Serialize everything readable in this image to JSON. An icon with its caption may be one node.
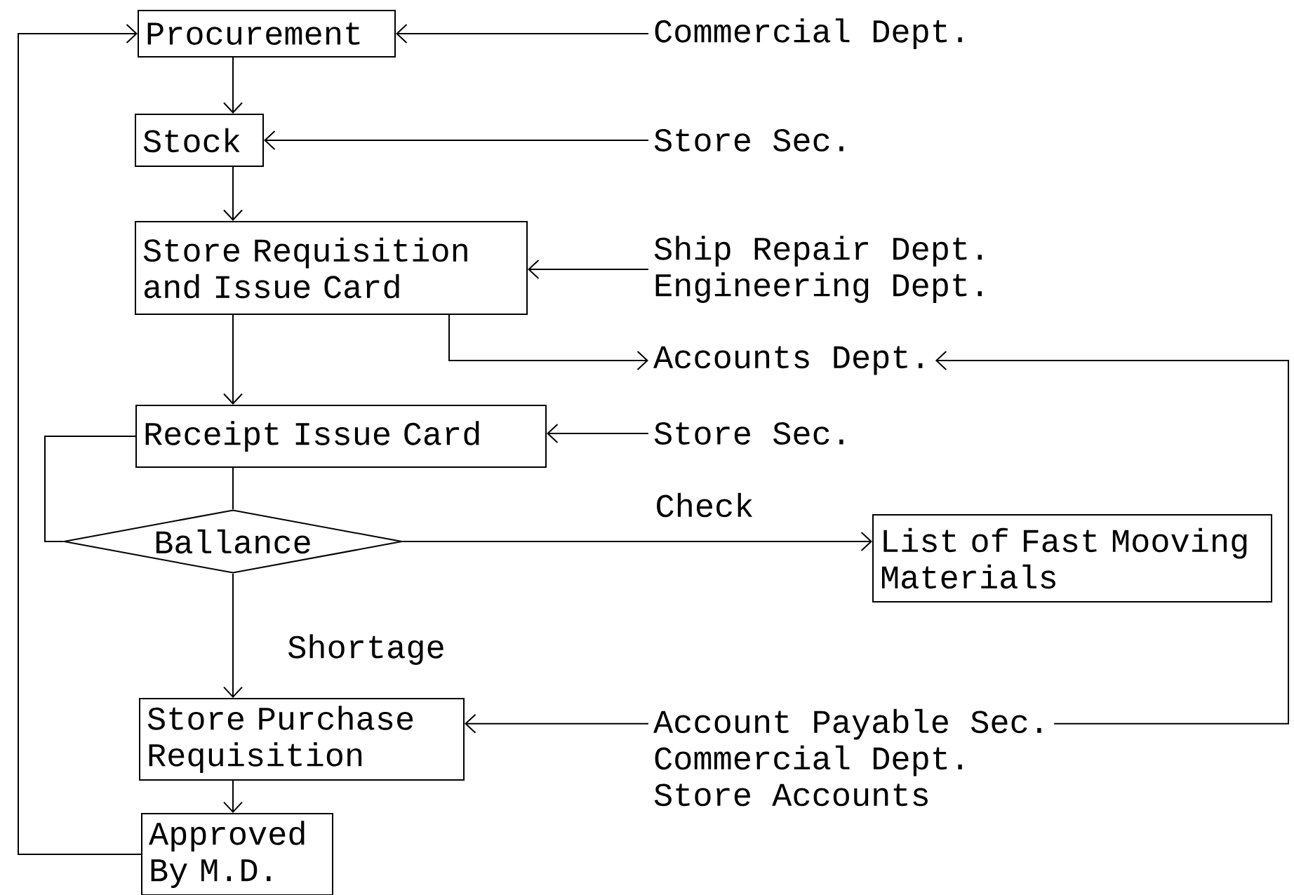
{
  "diagram": {
    "nodes": [
      {
        "text": [
          "Procurement"
        ]
      },
      {
        "text": [
          "Commercial Dept."
        ]
      },
      {
        "text": [
          "Stock"
        ]
      },
      {
        "text": [
          "Store Sec."
        ]
      },
      {
        "text": [
          "Store Requisition and Issue Card"
        ]
      },
      {
        "text": [
          "Ship Repair Dept.",
          "Engineering Dept."
        ]
      },
      {
        "text": [
          "Accounts Dept."
        ]
      },
      {
        "text": [
          "Receipt Issue Card"
        ]
      },
      {
        "text": [
          "Store Sec."
        ]
      },
      {
        "text": [
          "Ballance"
        ]
      },
      {
        "text": [
          "List of Fast Mooving Materials"
        ]
      },
      {
        "text": [
          "Store Purchase Requisition"
        ]
      },
      {
        "text": [
          "Account Payable Sec.",
          "Commercial Dept.",
          "Store Accounts"
        ]
      },
      {
        "text": [
          "Approved By M.D."
        ]
      }
    ],
    "edges": [
      {
        "from": 1,
        "to": 0,
        "arrow": "to"
      },
      {
        "from": 0,
        "to": 2,
        "arrow": "to"
      },
      {
        "from": 3,
        "to": 2,
        "arrow": "to"
      },
      {
        "from": 2,
        "to": 4,
        "arrow": "to"
      },
      {
        "from": 5,
        "to": 4,
        "arrow": "to"
      },
      {
        "from": 4,
        "to": 6,
        "arrow": "to"
      },
      {
        "from": 12,
        "to": 6,
        "arrow": "to"
      },
      {
        "from": 4,
        "to": 7,
        "arrow": "to"
      },
      {
        "from": 8,
        "to": 7,
        "arrow": "to"
      },
      {
        "from": 7,
        "to": 9,
        "arrow": "none"
      },
      {
        "from": 7,
        "to": 9,
        "arrow": "none"
      },
      {
        "from": 9,
        "to": 10,
        "arrow": "to",
        "label": "Check"
      },
      {
        "from": 9,
        "to": 11,
        "arrow": "to",
        "label": "Shortage"
      },
      {
        "from": 12,
        "to": 11,
        "arrow": "to"
      },
      {
        "from": 11,
        "to": 13,
        "arrow": "to"
      },
      {
        "from": 13,
        "to": 0,
        "arrow": "to"
      }
    ]
  }
}
